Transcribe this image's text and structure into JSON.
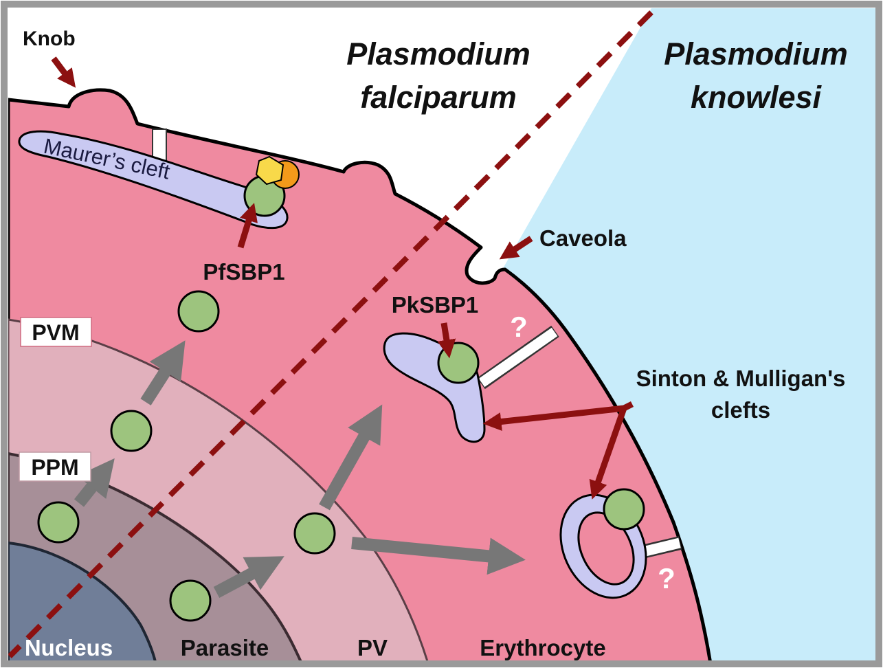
{
  "titles": {
    "pf_line1": "Plasmodium",
    "pf_line2": "falciparum",
    "pk_line1": "Plasmodium",
    "pk_line2": "knowlesi"
  },
  "labels": {
    "knob": "Knob",
    "maurers_cleft": "Maurer’s cleft",
    "pfsbp1": "PfSBP1",
    "caveola": "Caveola",
    "pksbp1": "PkSBP1",
    "pvm": "PVM",
    "ppm": "PPM",
    "sinton_line1": "Sinton & Mulligan's",
    "sinton_line2": "clefts",
    "question_1": "?",
    "question_2": "?"
  },
  "regions": {
    "nucleus": "Nucleus",
    "parasite": "Parasite",
    "pv": "PV",
    "erythrocyte": "Erythrocyte"
  },
  "colors": {
    "frame": "#9a9a9a",
    "background_pf": "#ffffff",
    "background_pk": "#c8ecfa",
    "erythrocyte": "#ef8aa0",
    "pv": "#e1b0bc",
    "parasite": "#a78f98",
    "nucleus": "#707e98",
    "cleft": "#c9c9f2",
    "vesicle": "#9dc47e",
    "arrow_red": "#8c1010",
    "arrow_grey": "#777777",
    "divider": "#8c1010",
    "knob_yellow": "#f8d94a",
    "knob_orange": "#f39a1a"
  }
}
